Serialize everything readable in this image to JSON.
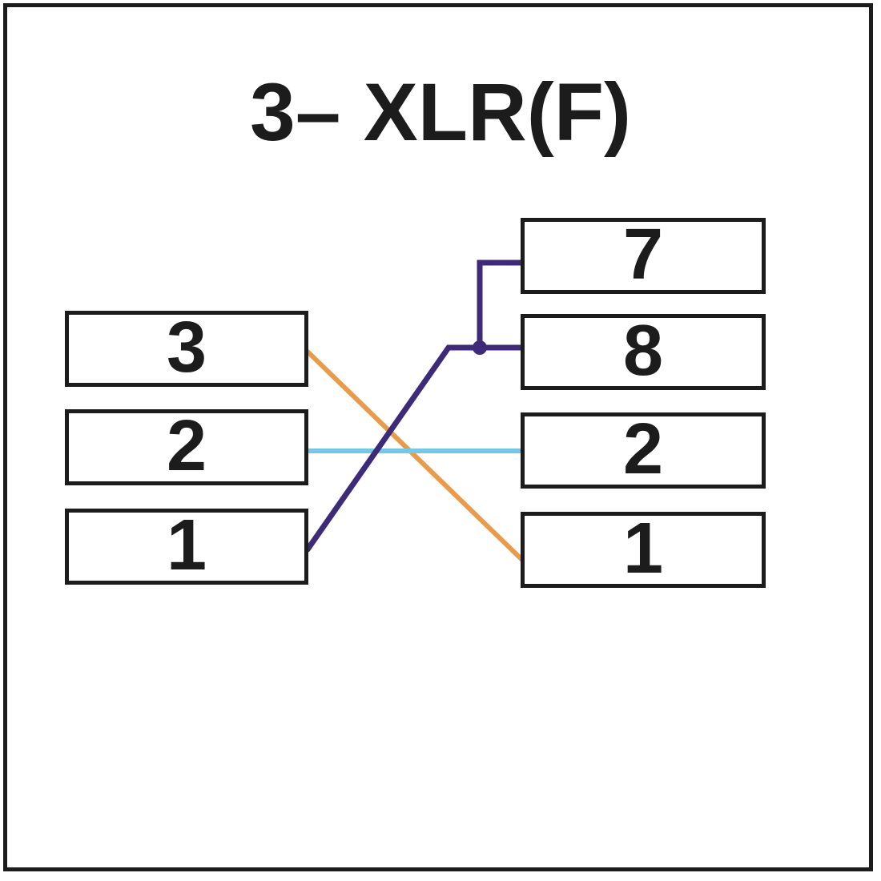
{
  "title": "3– XLR(F)",
  "colors": {
    "frame": "#1c1c1c",
    "box_border": "#1c1c1c",
    "text": "#1c1c1c",
    "background": "#ffffff",
    "wire_orange": "#e89b4a",
    "wire_cyan": "#74c8e6",
    "wire_purple": "#3d2b7a"
  },
  "left_connector": {
    "pins": [
      {
        "label": "3"
      },
      {
        "label": "2"
      },
      {
        "label": "1"
      }
    ]
  },
  "right_connector": {
    "pins": [
      {
        "label": "7"
      },
      {
        "label": "8"
      },
      {
        "label": "2"
      },
      {
        "label": "1"
      }
    ]
  },
  "connections": [
    {
      "from": "left-pin-3",
      "to": [
        "right-pin-1"
      ],
      "wire_color": "orange"
    },
    {
      "from": "left-pin-2",
      "to": [
        "right-pin-2"
      ],
      "wire_color": "cyan"
    },
    {
      "from": "left-pin-1",
      "to": [
        "right-pin-7",
        "right-pin-8"
      ],
      "wire_color": "purple",
      "junction": true
    }
  ]
}
